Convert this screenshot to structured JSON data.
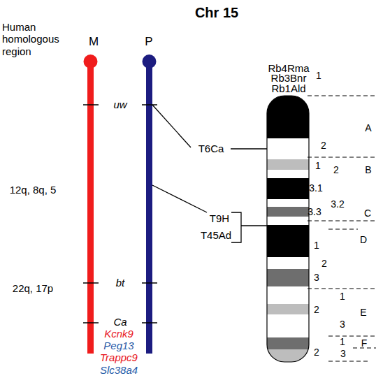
{
  "diagram": {
    "title": "Chr 15",
    "labels": [
      "Human homologous region",
      "M",
      "P",
      "uw",
      "bt",
      "Ca",
      "12q, 8q, 5",
      "22q, 17p",
      "Kcnk9",
      "Peg13",
      "Trappc9",
      "Slc38a4",
      "T6Ca",
      "T9H",
      "T45Ad",
      "Rb4Rma",
      "Rb3Bnr",
      "Rb1Ald",
      "1",
      "2",
      "A",
      "1",
      "2",
      "B",
      "3.1",
      "3.2",
      "3.3",
      "C",
      "1",
      "D",
      "2",
      "3",
      "1",
      "2",
      "E",
      "3",
      "1",
      "F",
      "2",
      "3"
    ]
  }
}
